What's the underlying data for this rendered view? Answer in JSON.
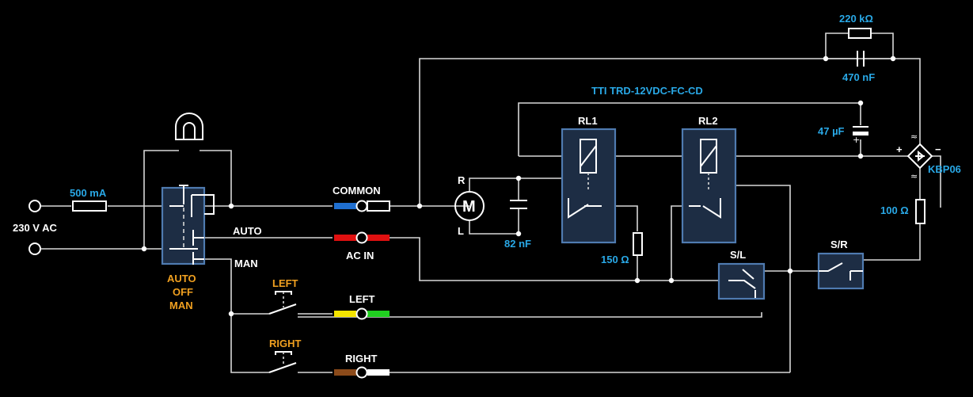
{
  "diagram": {
    "supply": {
      "label": "230 V AC"
    },
    "fuse": {
      "value": "500 mA"
    },
    "mode_switch": {
      "positions": [
        "AUTO",
        "OFF",
        "MAN"
      ]
    },
    "lines": {
      "auto": "AUTO",
      "man": "MAN"
    },
    "push_buttons": {
      "left": "LEFT",
      "right": "RIGHT"
    },
    "connectors": {
      "common": "COMMON",
      "ac_in": "AC IN",
      "left": "LEFT",
      "right": "RIGHT"
    },
    "connector_colors": {
      "common": [
        "#1f6fd0",
        "#ffffff"
      ],
      "ac_in": [
        "#e01010",
        "#e01010"
      ],
      "left": [
        "#f4e400",
        "#20d020"
      ],
      "right": [
        "#8b4a1a",
        "#ffffff"
      ]
    },
    "motor": {
      "symbol": "M",
      "terminal_r": "R",
      "terminal_l": "L"
    },
    "capacitor_motor": {
      "value": "82 nF"
    },
    "resistor_150": {
      "value": "150 Ω"
    },
    "relays": {
      "rl1": "RL1",
      "rl2": "RL2",
      "part": "TTI TRD-12VDC-FC-CD"
    },
    "limit_switches": {
      "sl": "S/L",
      "sr": "S/R"
    },
    "rc_network": {
      "resistor": "220 kΩ",
      "capacitor": "470 nF"
    },
    "electrolytic": {
      "value": "47 µF"
    },
    "bridge": {
      "part": "KBP06",
      "plus": "+",
      "minus": "−",
      "ac": "≈"
    },
    "resistor_100": {
      "value": "100 Ω"
    }
  }
}
